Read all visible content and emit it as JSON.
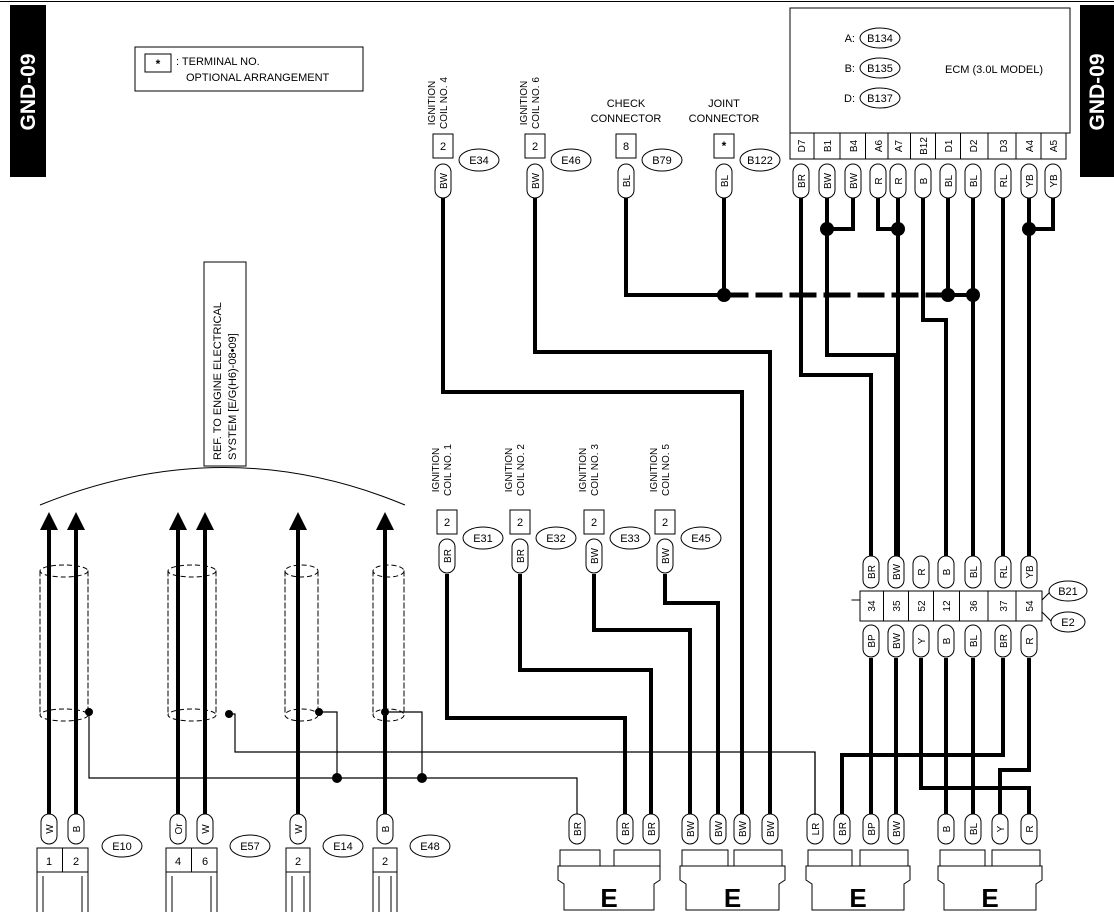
{
  "page": {
    "code": "GND-09"
  },
  "legend": {
    "symbol": "*",
    "line1": ": TERMINAL NO.",
    "line2": "OPTIONAL ARRANGEMENT"
  },
  "reference": {
    "line1": "REF. TO ENGINE ELECTRICAL",
    "line2": "SYSTEM [E/G(H6)-08•09]"
  },
  "ecm": {
    "connectors": [
      {
        "prefix": "A:",
        "id": "B134"
      },
      {
        "prefix": "B:",
        "id": "B135"
      },
      {
        "prefix": "D:",
        "id": "B137"
      }
    ],
    "label": "ECM (3.0L MODEL)",
    "pins": [
      "D7",
      "B1",
      "B4",
      "A6",
      "A7",
      "B12",
      "D1",
      "D2",
      "D3",
      "A4",
      "A5"
    ],
    "wires": [
      "BR",
      "BW",
      "BW",
      "R",
      "R",
      "B",
      "BL",
      "BL",
      "RL",
      "YB",
      "YB"
    ]
  },
  "top_components": [
    {
      "l1": "IGNITION",
      "l2": "COIL NO. 4",
      "pin": "2",
      "wire": "BW",
      "conn": "E34"
    },
    {
      "l1": "IGNITION",
      "l2": "COIL NO. 6",
      "pin": "2",
      "wire": "BW",
      "conn": "E46"
    },
    {
      "l1": "CHECK",
      "l2": "CONNECTOR",
      "pin": "8",
      "wire": "BL",
      "conn": "B79"
    },
    {
      "l1": "JOINT",
      "l2": "CONNECTOR",
      "pin": "*",
      "wire": "BL",
      "conn": "B122"
    }
  ],
  "mid_components": [
    {
      "l1": "IGNITION",
      "l2": "COIL NO. 1",
      "pin": "2",
      "wire": "BR",
      "conn": "E31"
    },
    {
      "l1": "IGNITION",
      "l2": "COIL NO. 2",
      "pin": "2",
      "wire": "BR",
      "conn": "E32"
    },
    {
      "l1": "IGNITION",
      "l2": "COIL NO. 3",
      "pin": "2",
      "wire": "BW",
      "conn": "E33"
    },
    {
      "l1": "IGNITION",
      "l2": "COIL NO. 5",
      "pin": "2",
      "wire": "BW",
      "conn": "E45"
    }
  ],
  "b21_e2": {
    "upper_id": "B21",
    "lower_id": "E2",
    "upper_wires": [
      "BR",
      "BW",
      "R",
      "B",
      "BL",
      "RL",
      "YB"
    ],
    "pins": [
      "34",
      "35",
      "52",
      "12",
      "36",
      "37",
      "54"
    ],
    "lower_wires": [
      "BP",
      "BW",
      "Y",
      "B",
      "BL",
      "BR",
      "R"
    ]
  },
  "bottom_connectors": [
    {
      "wires": [
        "W",
        "B"
      ],
      "pins": [
        "1",
        "2"
      ],
      "id": "E10"
    },
    {
      "wires": [
        "Or",
        "W"
      ],
      "pins": [
        "4",
        "6"
      ],
      "id": "E57"
    },
    {
      "wires": [
        "W"
      ],
      "pins": [
        "2"
      ],
      "id": "E14"
    },
    {
      "wires": [
        "B"
      ],
      "pins": [
        "2"
      ],
      "id": "E48"
    }
  ],
  "ground_blocks": [
    {
      "label": "E",
      "wires": [
        "BR",
        "BR",
        "BR"
      ]
    },
    {
      "label": "E",
      "wires": [
        "BW",
        "BW",
        "BW",
        "BW"
      ]
    },
    {
      "label": "E",
      "wires": [
        "LR",
        "BR",
        "BP",
        "BW"
      ]
    },
    {
      "label": "E",
      "wires": [
        "B",
        "BL",
        "Y",
        "R"
      ]
    }
  ]
}
